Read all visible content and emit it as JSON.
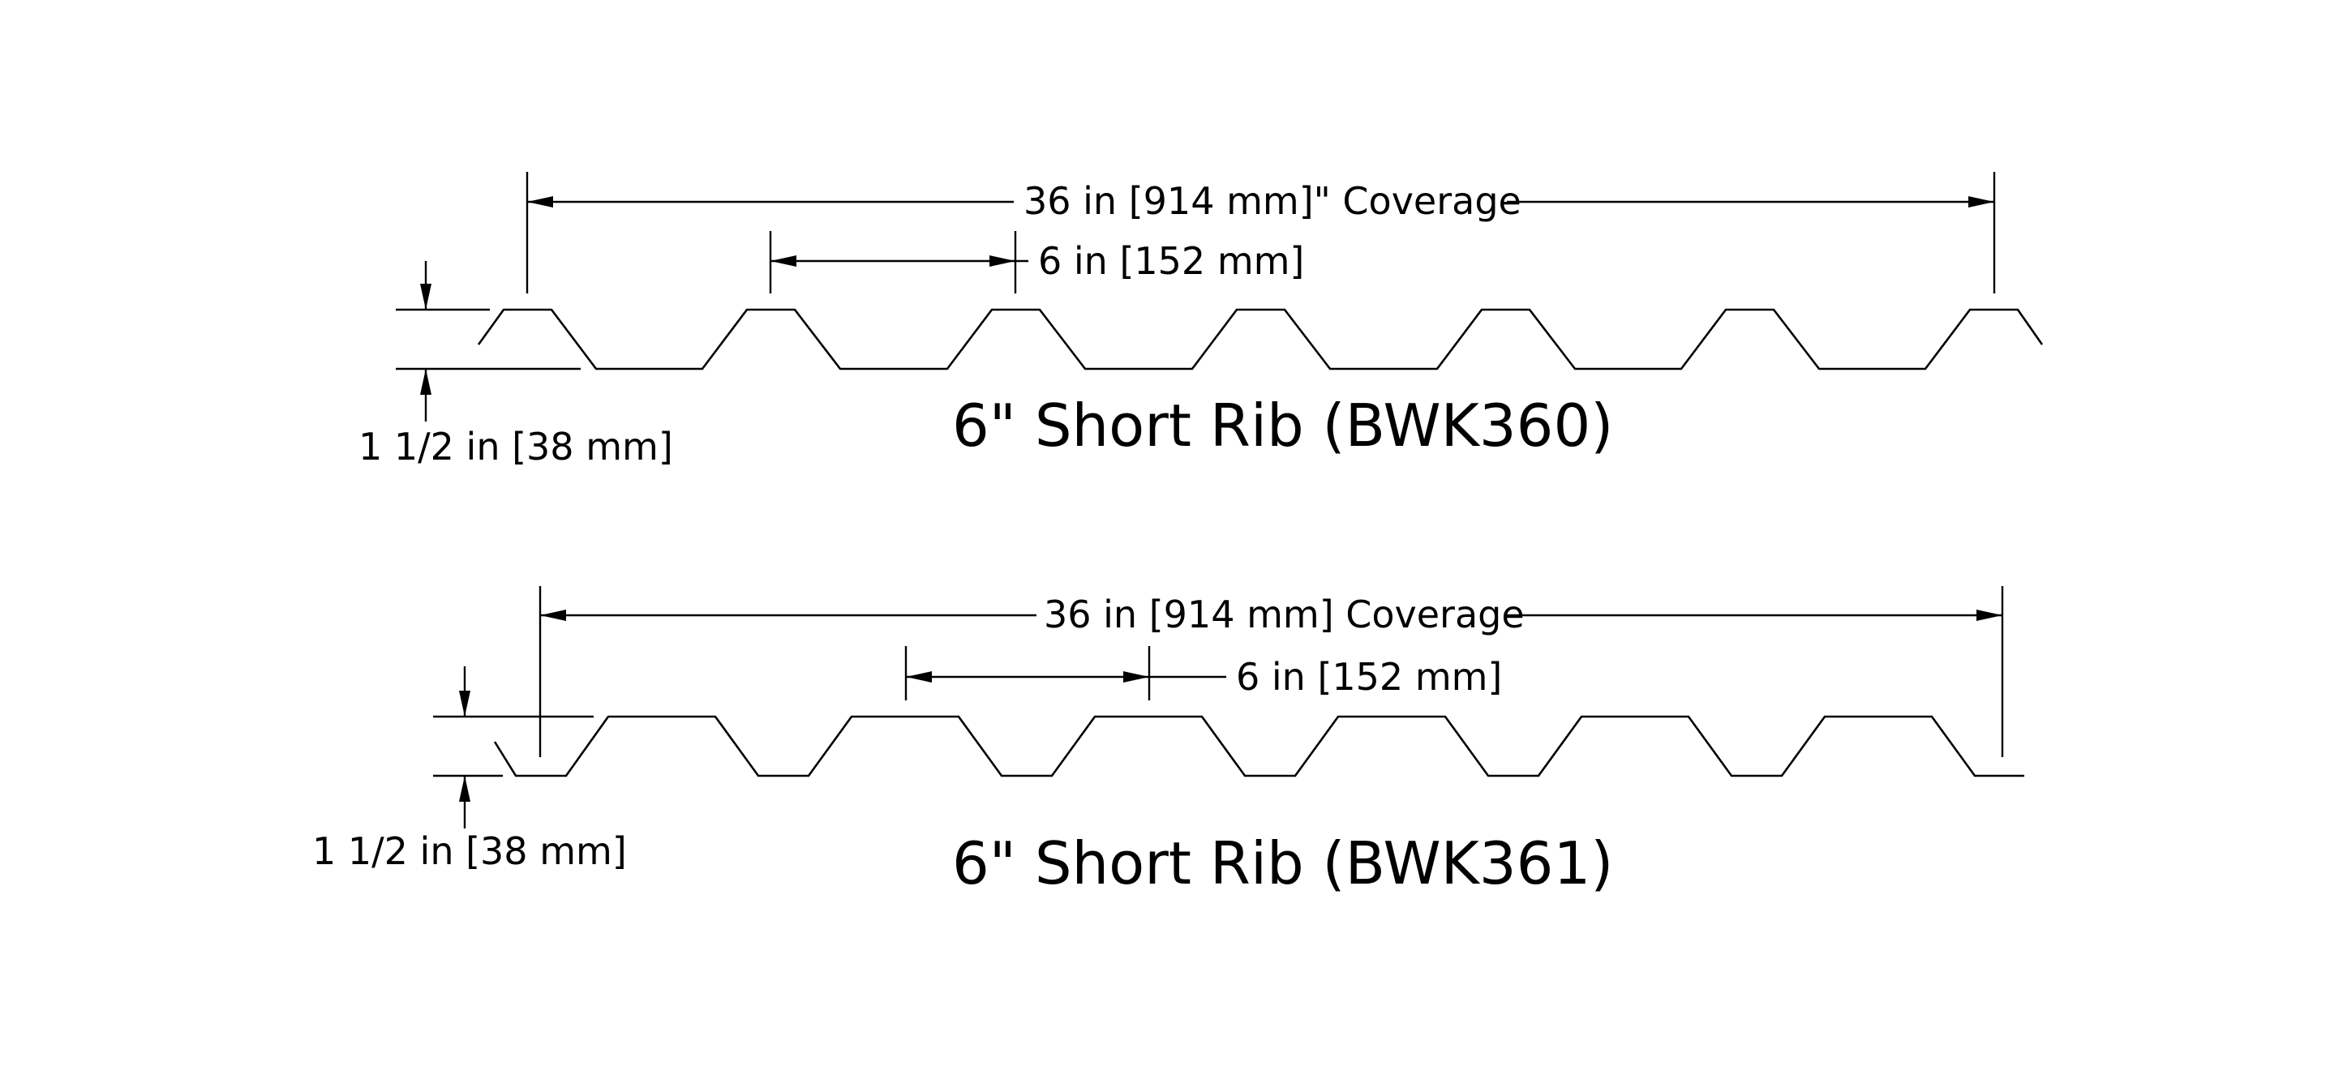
{
  "profiles": [
    {
      "title": "6\" Short Rib (BWK360)",
      "coverage_label": "36 in [914 mm]\" Coverage",
      "rib_spacing_label": "6 in [152 mm]",
      "rib_height_label": "1 1/2 in [38 mm]"
    },
    {
      "title": "6\" Short Rib (BWK361)",
      "coverage_label": "36 in [914 mm] Coverage",
      "rib_spacing_label": "6 in [152 mm]",
      "rib_height_label": "1 1/2 in [38 mm]"
    }
  ],
  "colors": {
    "line": "#000000",
    "background": "#ffffff"
  }
}
